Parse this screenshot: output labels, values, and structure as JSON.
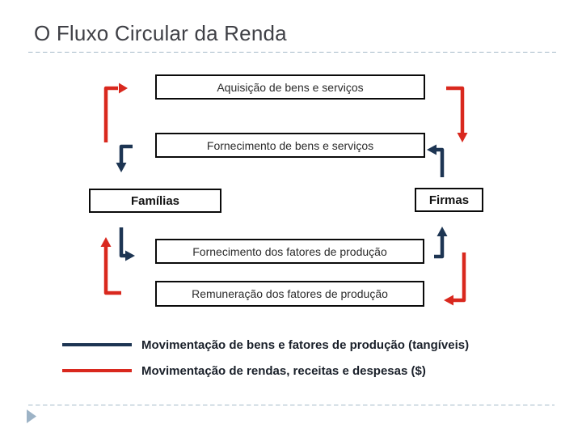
{
  "header": {
    "title": "O Fluxo Circular da Renda"
  },
  "diagram": {
    "boxes": {
      "aquisicao": {
        "label": "Aquisição de bens e serviços"
      },
      "fornecimento_bens": {
        "label": "Fornecimento de bens e serviços"
      },
      "familias": {
        "label": "Famílias"
      },
      "firmas": {
        "label": "Firmas"
      },
      "fornecimento_fatores": {
        "label": "Fornecimento dos fatores de produção"
      },
      "remuneracao": {
        "label": "Remuneração dos fatores de produção"
      }
    },
    "arrow_colors": {
      "tangible_flow": "navy",
      "money_flow": "red"
    }
  },
  "legend": {
    "items": [
      {
        "color": "navy",
        "label": "Movimentação de bens e fatores de produção (tangíveis)"
      },
      {
        "color": "red",
        "label": "Movimentação de rendas, receitas e despesas ($)"
      }
    ]
  },
  "icons": {
    "footer_triangle_icon": "play-triangle-right"
  },
  "colors": {
    "red": "#d9281e",
    "navy": "#1d3553",
    "box_border": "#0a0a0a",
    "box_text": "#2b2b2b",
    "title_text": "#3f4046",
    "legend_text": "#1a202a",
    "divider": "#a5bac9",
    "footer_triangle": "#9db3c6"
  }
}
